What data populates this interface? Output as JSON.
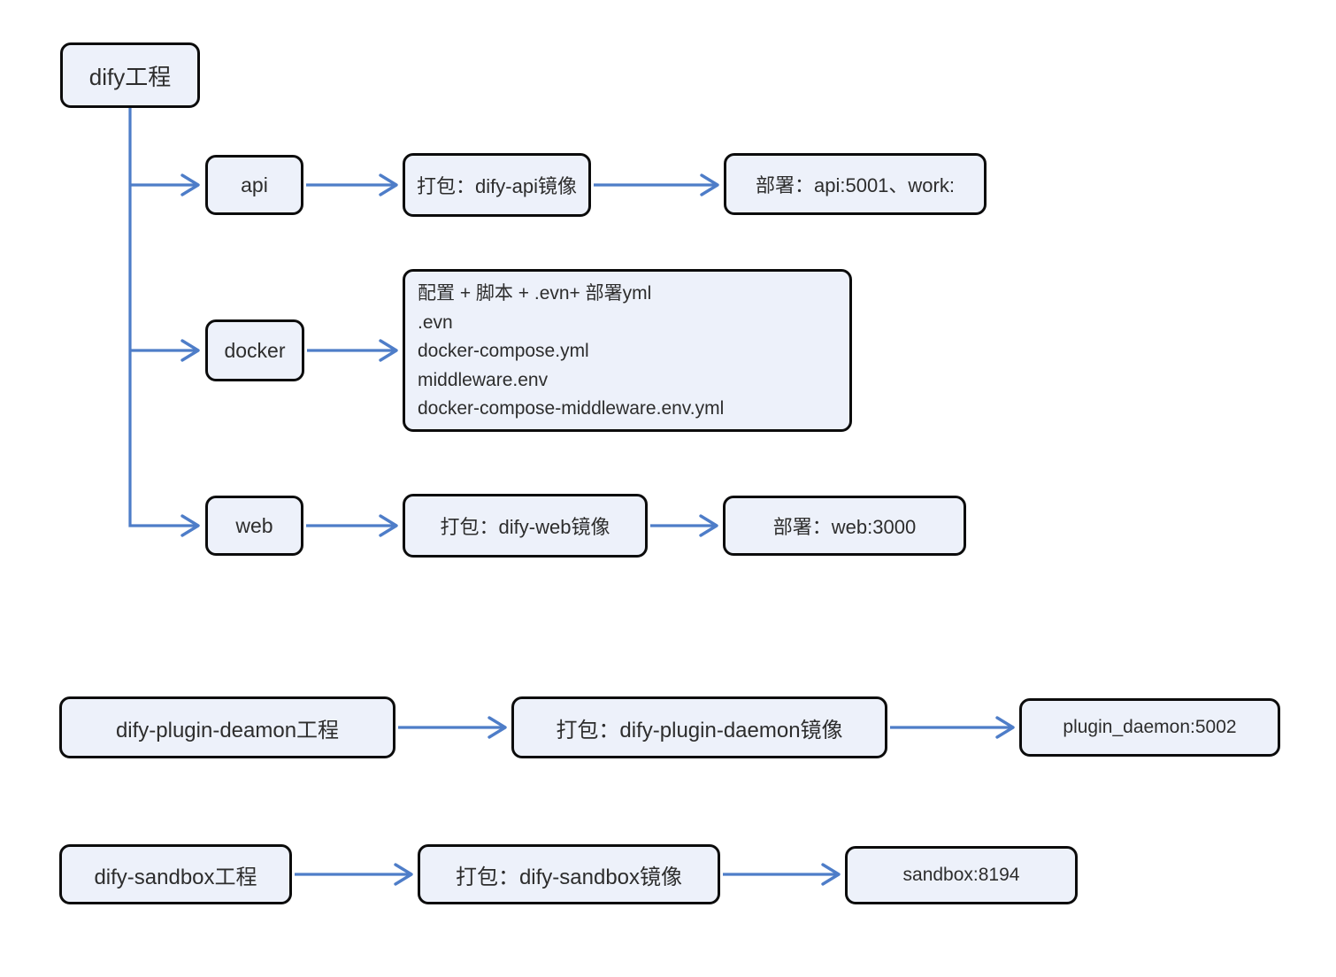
{
  "colors": {
    "box_fill": "#edf1fa",
    "box_border": "#0c0c0c",
    "arrow": "#4e7dc8",
    "text": "#2d2d2d"
  },
  "nodes": {
    "dify_project": {
      "label": "dify工程"
    },
    "api": {
      "label": "api"
    },
    "api_build": {
      "label": "打包：dify-api镜像"
    },
    "api_deploy": {
      "label": "部署：api:5001、work:"
    },
    "docker": {
      "label": "docker"
    },
    "docker_files": {
      "lines": [
        "配置 + 脚本 + .evn+ 部署yml",
        ".evn",
        "docker-compose.yml",
        "middleware.env",
        "docker-compose-middleware.env.yml"
      ]
    },
    "web": {
      "label": "web"
    },
    "web_build": {
      "label": "打包：dify-web镜像"
    },
    "web_deploy": {
      "label": "部署：web:3000"
    },
    "plugin_project": {
      "label": "dify-plugin-deamon工程"
    },
    "plugin_build": {
      "label": "打包：dify-plugin-daemon镜像"
    },
    "plugin_deploy": {
      "label": "plugin_daemon:5002"
    },
    "sandbox_project": {
      "label": "dify-sandbox工程"
    },
    "sandbox_build": {
      "label": "打包：dify-sandbox镜像"
    },
    "sandbox_deploy": {
      "label": "sandbox:8194"
    }
  }
}
